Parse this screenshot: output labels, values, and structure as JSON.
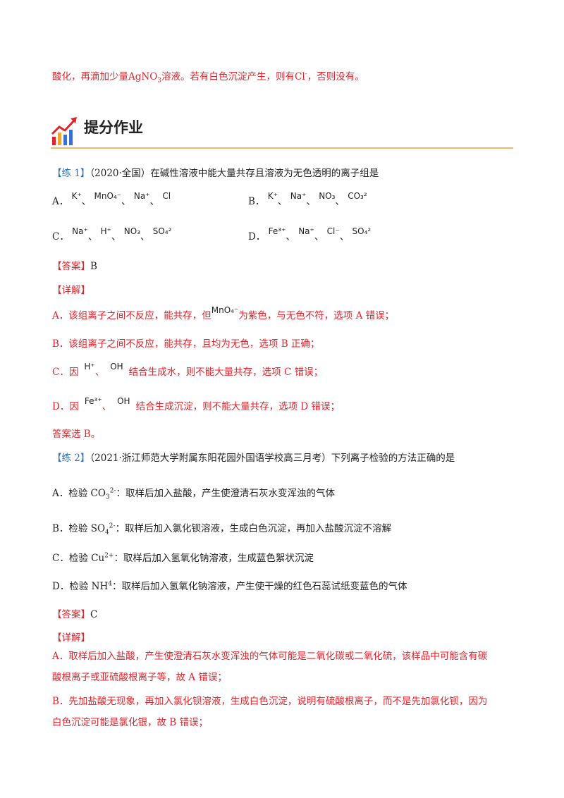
{
  "top_line": {
    "text_a": "酸化，再滴加少量",
    "ag": "AgNO",
    "ag_sub": "3",
    "text_b": "溶液。若有白色沉淀产生，则有",
    "cl": "Cl",
    "cl_sup": "-",
    "text_c": "，否则没有。"
  },
  "section": {
    "title": "提分作业"
  },
  "q1": {
    "tag": "【练 1】",
    "stem": "（2020·全国）在碱性溶液中能大量共存且溶液为无色透明的离子组是",
    "A": {
      "letter": "A．",
      "ions": [
        "K⁺",
        "MnO₄⁻",
        "Na⁺",
        "Cl"
      ]
    },
    "B": {
      "letter": "B．",
      "ions": [
        "K⁺",
        "Na⁺",
        "NO₃",
        "CO₃²"
      ]
    },
    "C": {
      "letter": "C．",
      "ions": [
        "Na⁺",
        "H⁺",
        "NO₃",
        "SO₄²"
      ]
    },
    "D": {
      "letter": "D．",
      "ions": [
        "Fe³⁺",
        "Na⁺",
        "Cl⁻",
        "SO₄²"
      ]
    },
    "sep": "、",
    "answer_label": "【答案】",
    "answer": "B",
    "detail_label": "【详解】",
    "explain": [
      {
        "pre": "A．该组离子之间不反应，能共存，但",
        "ion": "MnO₄⁻",
        "post": "为紫色，与无色不符，选项 A 错误；"
      },
      {
        "pre": "B．该组离子之间不反应，能共存，且均为无色，选项 B 正确；",
        "ion": "",
        "post": ""
      },
      {
        "pre": "C．因",
        "ion": "H⁺",
        "ion2": "OH",
        "post": "结合生成水，则不能大量共存，选项 C 错误；"
      },
      {
        "pre": "D．因",
        "ion": "Fe³⁺",
        "ion2": "OH",
        "post": "结合生成沉淀，则不能大量共存，选项 D 错误；"
      }
    ],
    "conclusion": "答案选 B。"
  },
  "q2": {
    "tag": "【练 2】",
    "stem": "（2021·浙江师范大学附属东阳花园外国语学校高三月考）下列离子检验的方法正确的是",
    "options": [
      {
        "pre": "A．检验 ",
        "ion": "CO",
        "sub": "3",
        "sup": "2-",
        "post": "：取样后加入盐酸，产生使澄清石灰水变浑浊的气体"
      },
      {
        "pre": "B．检验 ",
        "ion": "SO",
        "sub": "4",
        "sup": "2-",
        "post": "：取样后加入氯化钡溶液，生成白色沉淀，再加入盐酸沉淀不溶解"
      },
      {
        "pre": "C．检验 ",
        "ion": "Cu",
        "sub": "",
        "sup": "2+",
        "post": "：取样后加入氢氧化钠溶液，生成蓝色絮状沉淀"
      },
      {
        "pre": "D．检验 ",
        "ion": "NH",
        "sub": "4",
        "sup": "",
        "post": "：取样后加入氢氧化钠溶液，产生使干燥的红色石蕊试纸变蓝色的气体"
      }
    ],
    "answer_label": "【答案】",
    "answer": "C",
    "detail_label": "【详解】",
    "explain_A_1": "A．取样后加入盐酸，产生使澄清石灰水变浑浊的气体可能是二氧化碳或二氧化硫，该样品中可能含有碳",
    "explain_A_2": "酸根离子或亚硫酸根离子等，故 A 错误；",
    "explain_B_1": "B．先加盐酸无现象，再加入氯化钡溶液，生成白色沉淀，说明有硫酸根离子，而不是先加氯化钡，因为",
    "explain_B_2": "白色沉淀可能是氯化银，故 B 错误；"
  },
  "colors": {
    "red": "#e0242c",
    "blue": "#2e6fce",
    "rule": "#f2b56a"
  },
  "icons": [
    "growth-chart-icon"
  ]
}
